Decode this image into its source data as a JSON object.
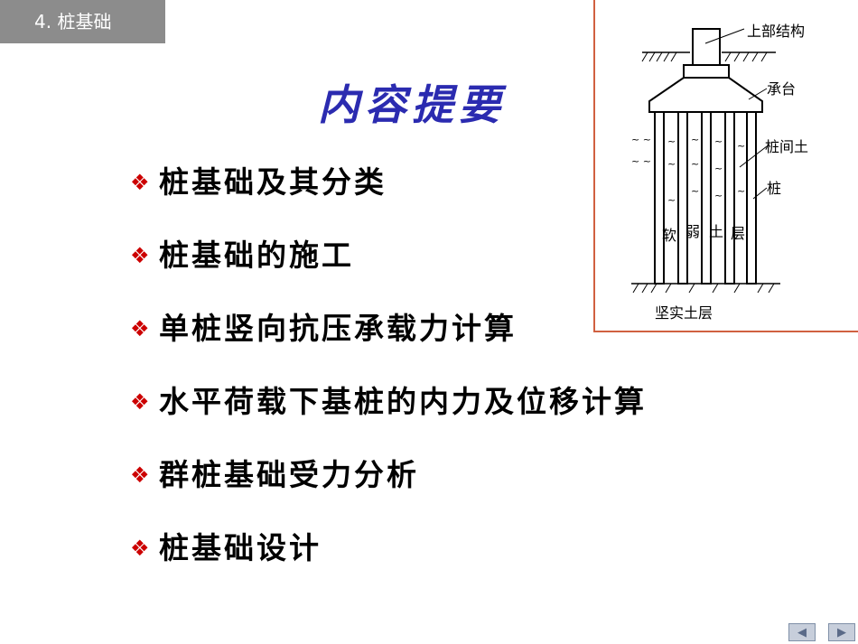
{
  "header": {
    "section_label": "4. 桩基础"
  },
  "slide": {
    "title": "内容提要"
  },
  "bullets": [
    {
      "text": "桩基础及其分类"
    },
    {
      "text": "桩基础的施工"
    },
    {
      "text": "单桩竖向抗压承载力计算"
    },
    {
      "text": "水平荷载下基桩的内力及位移计算"
    },
    {
      "text": "群桩基础受力分析"
    },
    {
      "text": "桩基础设计"
    }
  ],
  "diagram": {
    "labels": {
      "superstructure": "上部结构",
      "pile_cap": "承台",
      "soil_between_piles": "桩间土",
      "pile": "桩",
      "soft_layer_1": "软",
      "soft_layer_2": "弱",
      "soft_layer_3": "土",
      "soft_layer_4": "层",
      "firm_layer": "坚实土层"
    }
  },
  "navigation": {
    "prev_icon": "triangle-left-icon",
    "next_icon": "triangle-right-icon"
  },
  "colors": {
    "title": "#2b2bb0",
    "bullet_mark": "#cc0000",
    "frame": "#d06040",
    "section_tag_bg": "#8c8c8c"
  }
}
